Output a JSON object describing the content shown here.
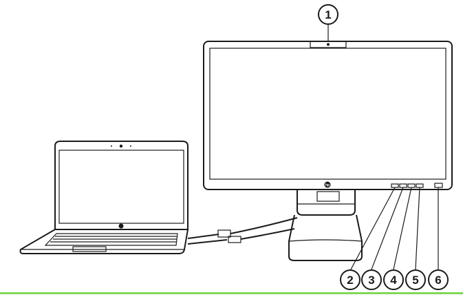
{
  "callouts": [
    {
      "number": "1"
    },
    {
      "number": "2"
    },
    {
      "number": "3"
    },
    {
      "number": "4"
    },
    {
      "number": "5"
    },
    {
      "number": "6"
    }
  ],
  "colors": {
    "line": "#1a1a1a",
    "rule": "#7ed957"
  },
  "icons": {
    "monitor_logo": "hp-logo-icon",
    "laptop_logo": "hp-logo-icon"
  }
}
